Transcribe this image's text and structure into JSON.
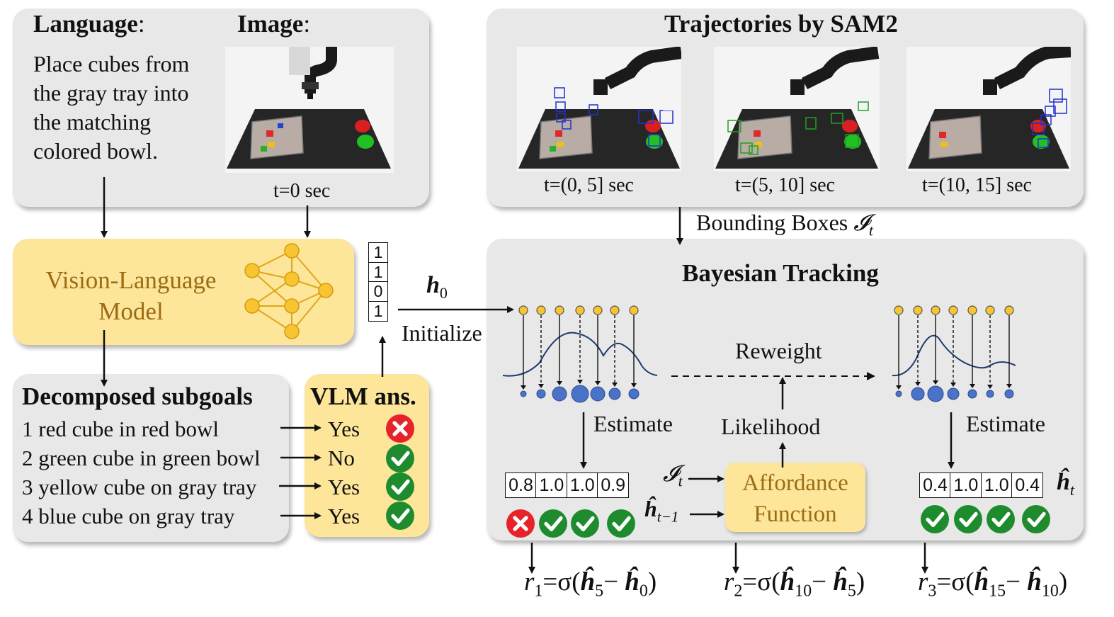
{
  "language_panel": {
    "language_label": "Language",
    "image_label": "Image",
    "colon": ":",
    "instruction_lines": [
      "Place cubes from",
      "the gray tray into",
      "the matching",
      "colored bowl."
    ],
    "time_label": "t=0 sec"
  },
  "trajectories_panel": {
    "title": "Trajectories by SAM2",
    "frames": [
      {
        "time_label": "t=(0, 5] sec"
      },
      {
        "time_label": "t=(5, 10] sec"
      },
      {
        "time_label": "t=(10, 15] sec"
      }
    ]
  },
  "bounding_boxes_label": "Bounding Boxes",
  "bounding_boxes_symbol": "𝓘",
  "bounding_boxes_sub": "t",
  "vlm": {
    "line1": "Vision-Language",
    "line2": "Model"
  },
  "h0_vector": [
    "1",
    "1",
    "0",
    "1"
  ],
  "h0_label": "h",
  "h0_sub": "0",
  "initialize_label": "Initialize",
  "subgoals_panel": {
    "title": "Decomposed subgoals",
    "items": [
      "1 red cube in red bowl",
      "2 green cube in green bowl",
      "3 yellow cube on gray tray",
      "4 blue cube on gray tray"
    ]
  },
  "vlm_answers": {
    "title": "VLM ans.",
    "answers": [
      "Yes",
      "No",
      "Yes",
      "Yes"
    ],
    "marks": [
      "wrong",
      "correct",
      "correct",
      "correct"
    ]
  },
  "bayesian": {
    "title": "Bayesian Tracking",
    "reweight_label": "Reweight",
    "estimate_label": "Estimate",
    "likelihood_label": "Likelihood",
    "estimate_vector": [
      "0.8",
      "1.0",
      "1.0",
      "0.9"
    ],
    "estimate_marks": [
      "wrong",
      "correct",
      "correct",
      "correct"
    ],
    "final_vector": [
      "0.4",
      "1.0",
      "1.0",
      "0.4"
    ],
    "final_marks": [
      "correct",
      "correct",
      "correct",
      "correct"
    ],
    "affordance_line1": "Affordance",
    "affordance_line2": "Function",
    "input_i_symbol": "𝓘",
    "input_i_sub": "t",
    "input_h_symbol": "ĥ",
    "input_h_sub": "t−1",
    "ht_symbol": "ĥ",
    "ht_sub": "t"
  },
  "rewards": [
    {
      "r": "r",
      "r_sub": "1",
      "eq": "=σ(",
      "a": "ĥ",
      "a_sub": "5",
      "minus": "− ",
      "b": "ĥ",
      "b_sub": "0",
      "close": ")"
    },
    {
      "r": "r",
      "r_sub": "2",
      "eq": "=σ(",
      "a": "ĥ",
      "a_sub": "10",
      "minus": "− ",
      "b": "ĥ",
      "b_sub": "5",
      "close": ")"
    },
    {
      "r": "r",
      "r_sub": "3",
      "eq": "=σ(",
      "a": "ĥ",
      "a_sub": "15",
      "minus": "− ",
      "b": "ĥ",
      "b_sub": "10",
      "close": ")"
    }
  ],
  "colors": {
    "panel_gray": "#e8e8e8",
    "panel_yellow": "#fde59a",
    "check_green": "#1e8c2e",
    "cross_red": "#e8222a",
    "particle_blue": "#4a73c8",
    "node_yellow": "#f7c531"
  },
  "icons": {
    "correct": "check-circle-icon",
    "wrong": "cross-circle-icon",
    "network": "neural-network-icon"
  }
}
